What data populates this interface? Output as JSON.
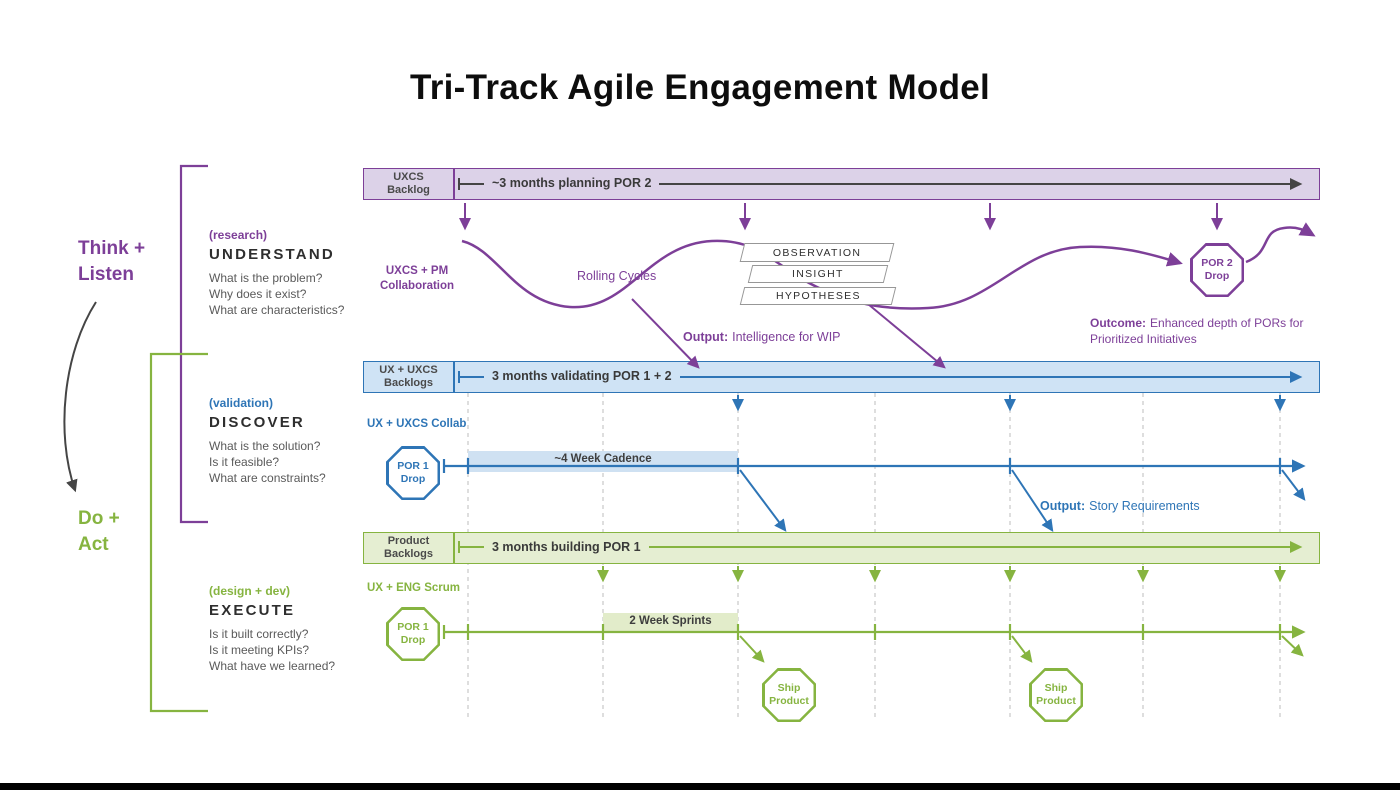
{
  "title": "Tri-Track Agile Engagement Model",
  "colors": {
    "purple": "#7d3f98",
    "blue": "#2e75b6",
    "green": "#86b440"
  },
  "left_panel": {
    "think_listen": "Think +\nListen",
    "do_act": "Do +\nAct",
    "understand": {
      "tag": "(research)",
      "heading": "UNDERSTAND",
      "questions": [
        "What is the problem?",
        "Why does it exist?",
        "What are characteristics?"
      ]
    },
    "discover": {
      "tag": "(validation)",
      "heading": "DISCOVER",
      "questions": [
        "What is the solution?",
        "Is it feasible?",
        "What are constraints?"
      ]
    },
    "execute": {
      "tag": "(design + dev)",
      "heading": "EXECUTE",
      "questions": [
        "Is it built correctly?",
        "Is it meeting KPIs?",
        "What have we learned?"
      ]
    }
  },
  "research_track": {
    "backlog_label": "UXCS\nBacklog",
    "bar_text": "~3 months planning POR 2",
    "collab_label": "UXCS + PM\nCollaboration",
    "rolling_cycles": "Rolling Cycles",
    "cards": [
      "OBSERVATION",
      "INSIGHT",
      "HYPOTHESES"
    ],
    "output_label": "Output:",
    "output_text": "Intelligence for WIP",
    "por2_drop": "POR 2\nDrop",
    "outcome_label": "Outcome:",
    "outcome_text": "Enhanced depth of PORs for Prioritized Initiatives"
  },
  "validation_track": {
    "backlog_label": "UX + UXCS\nBacklogs",
    "bar_text": "3 months validating POR 1 + 2",
    "collab_label": "UX + UXCS Collab",
    "por1_drop": "POR 1\nDrop",
    "cadence_label": "~4 Week Cadence",
    "output_label": "Output:",
    "output_text": "Story Requirements"
  },
  "build_track": {
    "backlog_label": "Product\nBacklogs",
    "bar_text": "3 months building POR 1",
    "collab_label": "UX + ENG Scrum",
    "por1_drop": "POR 1\nDrop",
    "sprint_label": "2 Week Sprints",
    "ship_product": "Ship\nProduct"
  }
}
